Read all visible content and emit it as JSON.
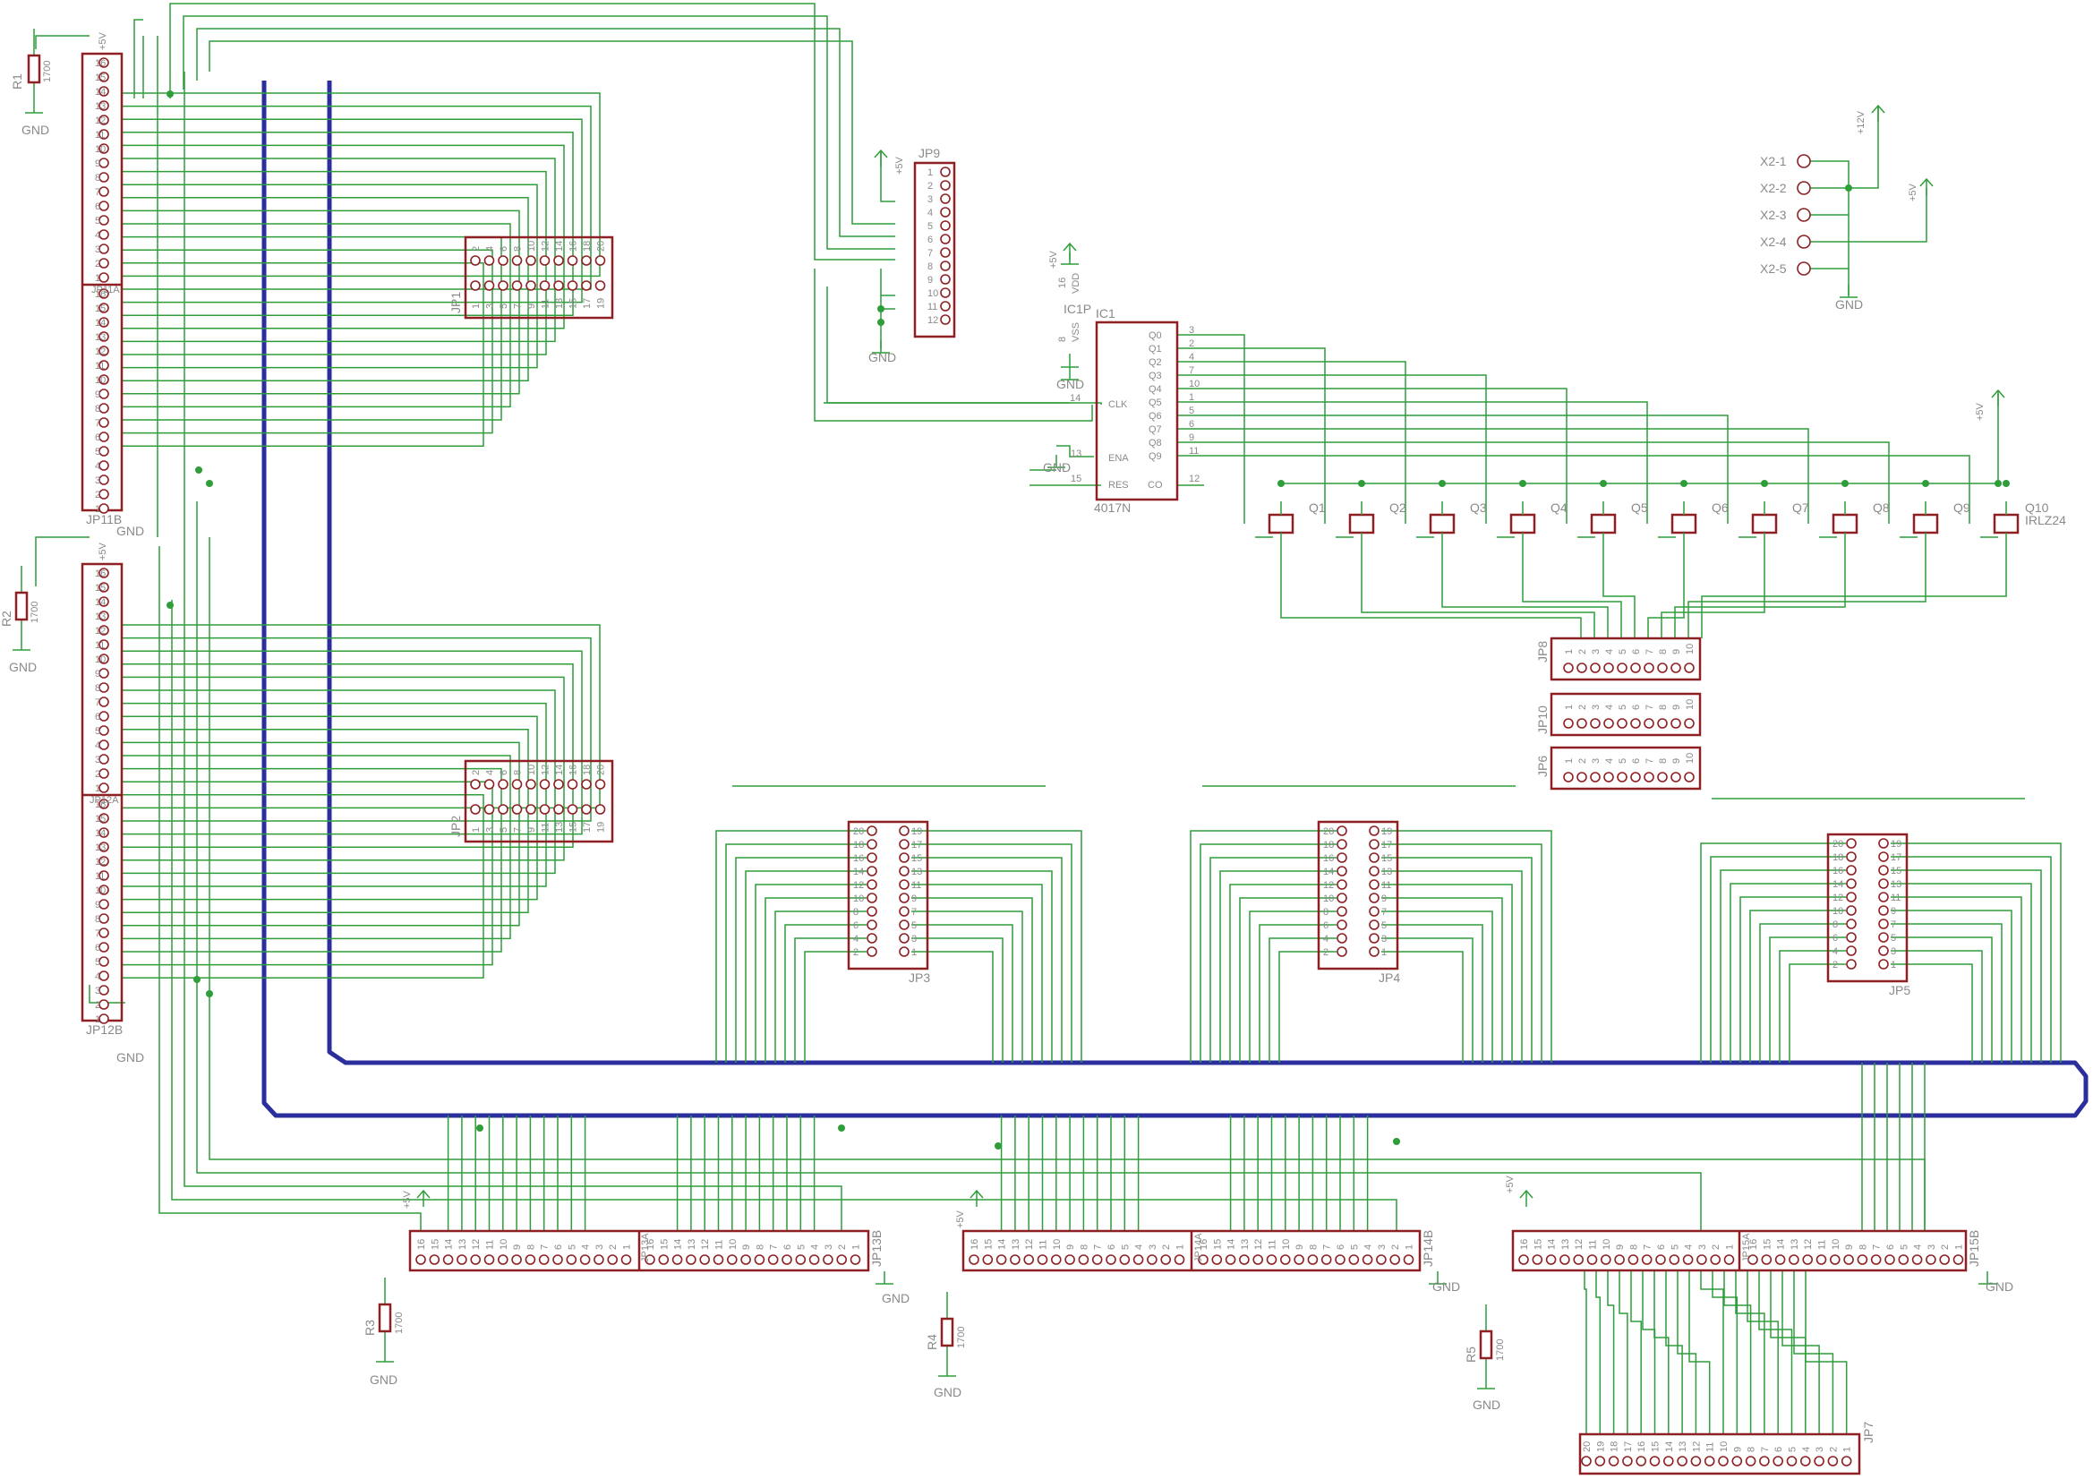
{
  "colors": {
    "wire": "#2f9e3a",
    "bus": "#2b2f9e",
    "component": "#8e1f22",
    "text": "#8a8a8a",
    "background": "#ffffff"
  },
  "labels": {
    "gnd": "GND",
    "plus5v": "+5V",
    "plus12v": "+12V",
    "r1": "R1",
    "r2": "R2",
    "r3": "R3",
    "r4": "R4",
    "r5": "R5",
    "rvalue": "1700",
    "jp11b": "JP11B",
    "jp11a": "JP11A",
    "jp12a": "JP12A",
    "jp12b": "JP12B",
    "jp1": "JP1",
    "jp2": "JP2",
    "jp3": "JP3",
    "jp4": "JP4",
    "jp5": "JP5",
    "jp6": "JP6",
    "jp7": "JP7",
    "jp8": "JP8",
    "jp9": "JP9",
    "jp10": "JP10",
    "jp13a": "JP13A",
    "jp13b": "JP13B",
    "jp14a": "JP14A",
    "jp14b": "JP14B",
    "jp15a": "JP15A",
    "jp15b": "JP15B",
    "ic1": "IC1",
    "ic1p": "IC1P",
    "ic1_part": "4017N",
    "vdd": "VDD",
    "vss": "VSS",
    "clk": "CLK",
    "ena": "ENA",
    "res": "RES",
    "co": "CO",
    "irlz24": "IRLZ24",
    "x2_1": "X2-1",
    "x2_2": "X2-2",
    "x2_3": "X2-3",
    "x2_4": "X2-4",
    "x2_5": "X2-5"
  },
  "ic_pins": {
    "outputs": [
      "Q0",
      "Q1",
      "Q2",
      "Q3",
      "Q4",
      "Q5",
      "Q6",
      "Q7",
      "Q8",
      "Q9"
    ],
    "output_numbers": [
      "3",
      "2",
      "4",
      "7",
      "10",
      "1",
      "5",
      "6",
      "9",
      "11"
    ],
    "clk_pin": "14",
    "ena_pin": "13",
    "res_pin": "15",
    "co_pin": "12",
    "vdd_pin": "16",
    "vss_pin": "8"
  },
  "transistors": [
    "Q1",
    "Q2",
    "Q3",
    "Q4",
    "Q5",
    "Q6",
    "Q7",
    "Q8",
    "Q9",
    "Q10"
  ],
  "pin_numbers_16": [
    "16",
    "15",
    "14",
    "13",
    "12",
    "11",
    "10",
    "9",
    "8",
    "7",
    "6",
    "5",
    "4",
    "3",
    "2",
    "1"
  ],
  "pin_numbers_12": [
    "1",
    "2",
    "3",
    "4",
    "5",
    "6",
    "7",
    "8",
    "9",
    "10",
    "11",
    "12"
  ],
  "pin_numbers_10": [
    "1",
    "2",
    "3",
    "4",
    "5",
    "6",
    "7",
    "8",
    "9",
    "10"
  ],
  "header_even": [
    "2",
    "4",
    "6",
    "8",
    "10",
    "12",
    "14",
    "16",
    "18",
    "20"
  ],
  "header_odd": [
    "1",
    "3",
    "5",
    "7",
    "9",
    "11",
    "13",
    "15",
    "17",
    "19"
  ],
  "header_even_desc": [
    "20",
    "18",
    "16",
    "14",
    "12",
    "10",
    "8",
    "6",
    "4",
    "2"
  ],
  "header_odd_desc": [
    "19",
    "17",
    "15",
    "13",
    "11",
    "9",
    "7",
    "5",
    "3",
    "1"
  ]
}
